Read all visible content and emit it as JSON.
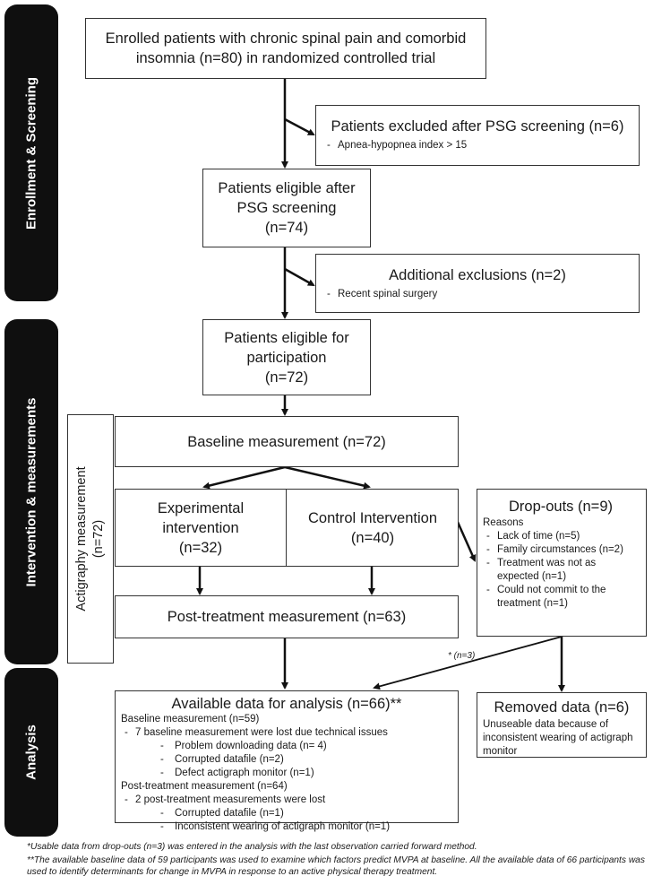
{
  "sections": {
    "enrollment": "Enrollment & Screening",
    "intervention": "Intervention & measurements",
    "analysis": "Analysis"
  },
  "boxes": {
    "enrolled": "Enrolled patients with chronic spinal pain and comorbid insomnia (n=80) in randomized controlled trial",
    "excluded_psg": {
      "title": "Patients excluded after PSG screening (n=6)",
      "items": [
        "Apnea-hypopnea index > 15"
      ]
    },
    "eligible_psg": {
      "line1": "Patients eligible after",
      "line2": "PSG screening",
      "line3": "(n=74)"
    },
    "additional_exclusions": {
      "title": "Additional exclusions (n=2)",
      "items": [
        "Recent spinal surgery"
      ]
    },
    "eligible_participation": {
      "line1": "Patients eligible for",
      "line2": "participation",
      "line3": "(n=72)"
    },
    "actigraphy": {
      "line1": "Actigraphy measurement",
      "line2": "(n=72)"
    },
    "baseline": "Baseline measurement (n=72)",
    "experimental": {
      "line1": "Experimental",
      "line2": "intervention",
      "line3": "(n=32)"
    },
    "control": {
      "line1": "Control Intervention",
      "line2": "(n=40)"
    },
    "dropouts": {
      "title": "Drop-outs (n=9)",
      "reasons_label": "Reasons",
      "items": [
        "Lack of time (n=5)",
        "Family circumstances (n=2)",
        "Treatment was not as expected (n=1)",
        "Could not commit to the treatment (n=1)"
      ]
    },
    "post_treatment": "Post-treatment measurement (n=63)",
    "arrow_label": "* (n=3)",
    "available": {
      "title": "Available data for analysis (n=66)**",
      "baseline_label": "Baseline measurement (n=59)",
      "baseline_lost": "7 baseline measurement were lost due technical issues",
      "baseline_reasons": [
        "Problem downloading data (n= 4)",
        "Corrupted datafile (n=2)",
        "Defect actigraph monitor (n=1)"
      ],
      "post_label": "Post-treatment measurement (n=64)",
      "post_lost": "2 post-treatment measurements were lost",
      "post_reasons": [
        "Corrupted datafile (n=1)",
        "Inconsistent wearing of actigraph monitor (n=1)"
      ]
    },
    "removed": {
      "title": "Removed data (n=6)",
      "text": "Unuseable data because of inconsistent wearing of actigraph monitor"
    }
  },
  "footnotes": [
    "*Usable data from drop-outs (n=3) was entered in the analysis with the last observation carried forward method.",
    "**The available baseline data of 59 participants was used to examine which factors predict MVPA at baseline. All the available data of 66 participants was used to identify determinants for change in MVPA in response to an active physical therapy treatment."
  ]
}
